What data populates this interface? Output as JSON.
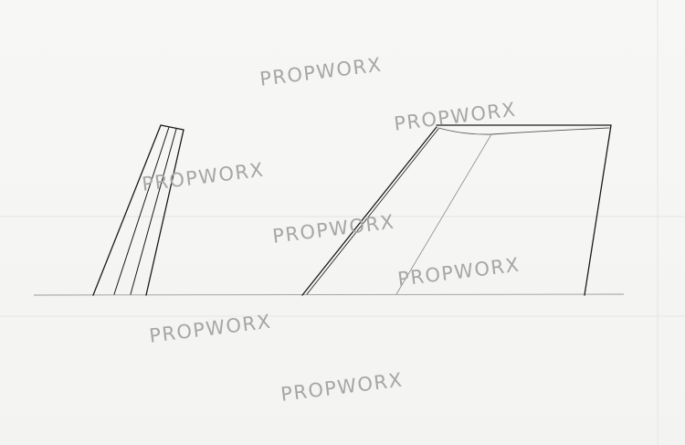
{
  "watermarks": [
    {
      "text": "PROPWORX"
    },
    {
      "text": "PROPWORX"
    },
    {
      "text": "PROPWORX"
    },
    {
      "text": "PROPWORX"
    },
    {
      "text": "PROPWORX"
    },
    {
      "text": "PROPWORX"
    },
    {
      "text": "PROPWORX"
    }
  ],
  "colors": {
    "paper": "#f4f4f2",
    "ink": "#1a1a1a",
    "faint_ink": "#8a8a8a",
    "watermark": "#a6a6a6"
  }
}
